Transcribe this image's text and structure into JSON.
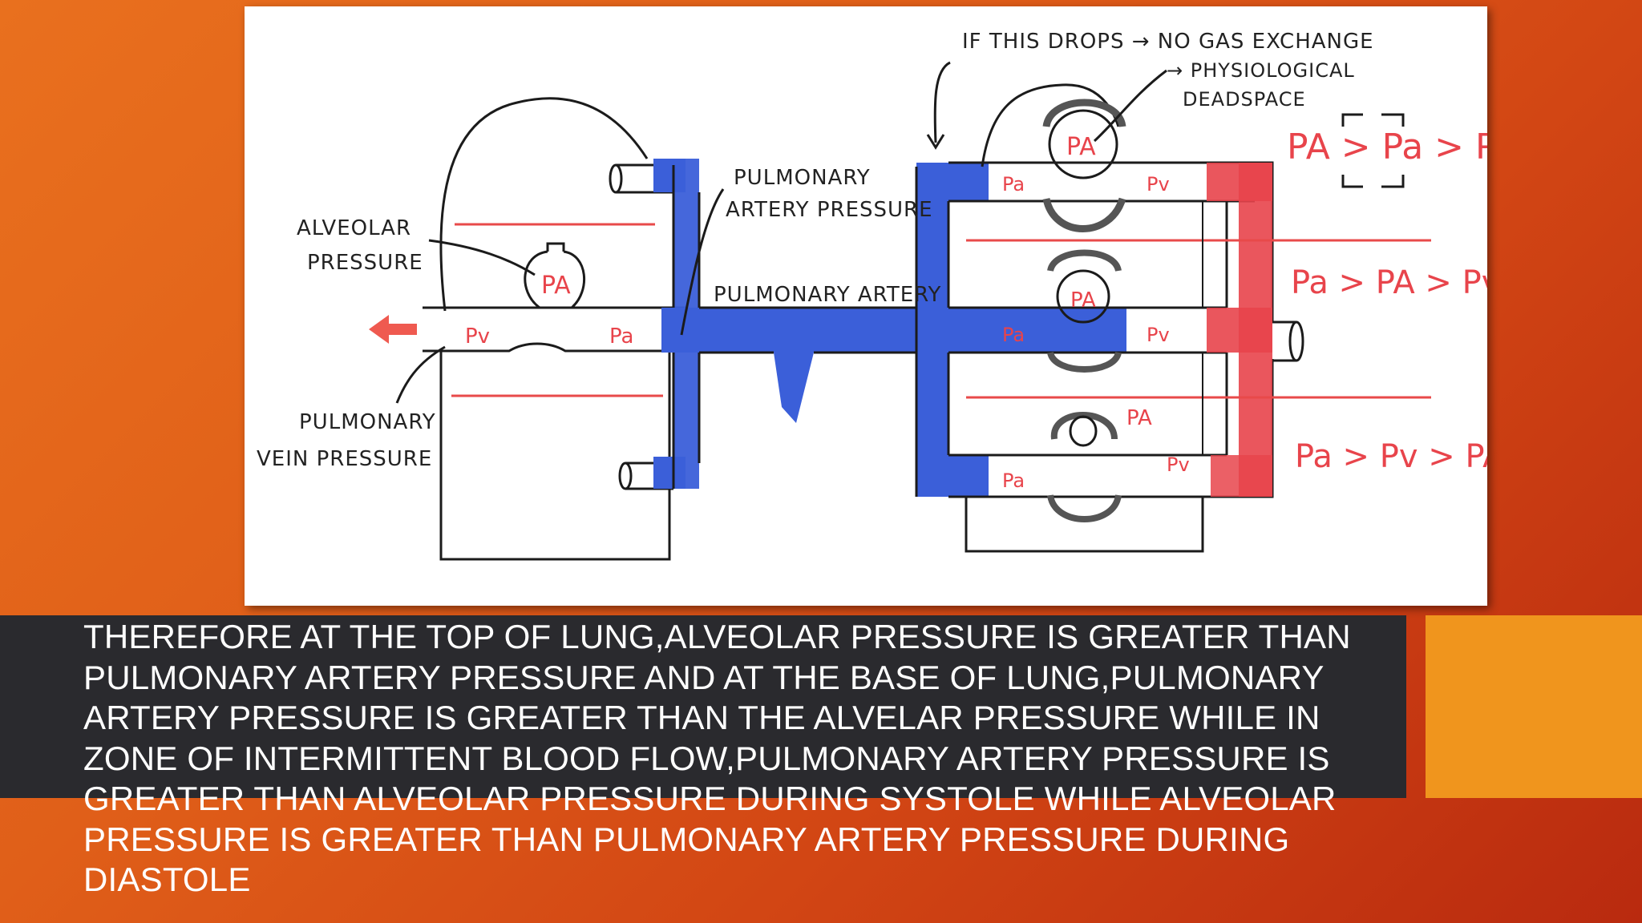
{
  "diagram": {
    "labels": {
      "alveolar_pressure": [
        "ALVEOLAR",
        "PRESSURE"
      ],
      "pulmonary_vein_pressure": [
        "PULMONARY",
        "VEIN PRESSURE"
      ],
      "pulmonary_artery_pressure": [
        "PULMONARY",
        "ARTERY PRESSURE"
      ],
      "pulmonary_artery": "PULMONARY ARTERY",
      "drop_note": "IF THIS DROPS → NO GAS EXCHANGE",
      "deadspace_note": [
        "→ PHYSIOLOGICAL",
        "DEADSPACE"
      ]
    },
    "symbols": {
      "pa_alveolar": "PA",
      "pa_artery": "Pa",
      "pv": "Pv"
    },
    "zones": {
      "zone1": "PA > Pa > Pv",
      "zone2": "Pa > PA > Pv",
      "zone3": "Pa > Pv > PA"
    },
    "colors": {
      "artery_blue": "#3b5fd9",
      "vein_red": "#e8444b",
      "red_line": "#e84a4a"
    }
  },
  "caption": {
    "text": "THEREFORE AT THE TOP OF LUNG,ALVEOLAR PRESSURE IS GREATER THAN PULMONARY ARTERY PRESSURE AND AT THE BASE OF LUNG,PULMONARY ARTERY PRESSURE IS GREATER THAN THE ALVELAR PRESSURE WHILE IN ZONE OF INTERMITTENT BLOOD FLOW,PULMONARY ARTERY PRESSURE IS GREATER THAN ALVEOLAR PRESSURE DURING SYSTOLE WHILE ALVEOLAR PRESSURE IS GREATER THAN PULMONARY ARTERY PRESSURE DURING DIASTOLE"
  },
  "theme": {
    "caption_bar": "#2a2a2e",
    "accent": "#f0951d"
  }
}
